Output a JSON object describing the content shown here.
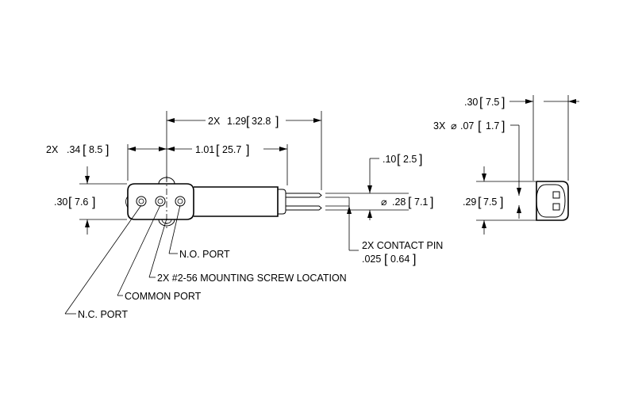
{
  "dimensions": {
    "overall_length": {
      "prefix": "2X",
      "inch": "1.29",
      "mm": "32.8"
    },
    "port_spacing": {
      "prefix": "2X",
      "inch": ".34",
      "mm": "8.5"
    },
    "body_length": {
      "inch": "1.01",
      "mm": "25.7"
    },
    "body_height": {
      "inch": ".30",
      "mm": "7.6"
    },
    "pin_offset": {
      "inch": ".10",
      "mm": "2.5"
    },
    "body_diameter": {
      "symbol": "⌀",
      "inch": ".28",
      "mm": "7.1"
    },
    "end_width": {
      "inch": ".30",
      "mm": "7.5"
    },
    "end_height": {
      "inch": ".29",
      "mm": "7.5"
    },
    "hole_diameter": {
      "prefix": "3X",
      "symbol": "⌀",
      "inch": ".07",
      "mm": "1.7"
    },
    "pin_diameter": {
      "inch": ".025",
      "mm": "0.64"
    }
  },
  "callouts": {
    "contact_pin": "2X CONTACT PIN",
    "no_port": "N.O. PORT",
    "mounting_screw": "2X #2-56 MOUNTING SCREW LOCATION",
    "common_port": "COMMON PORT",
    "nc_port": "N.C. PORT"
  }
}
